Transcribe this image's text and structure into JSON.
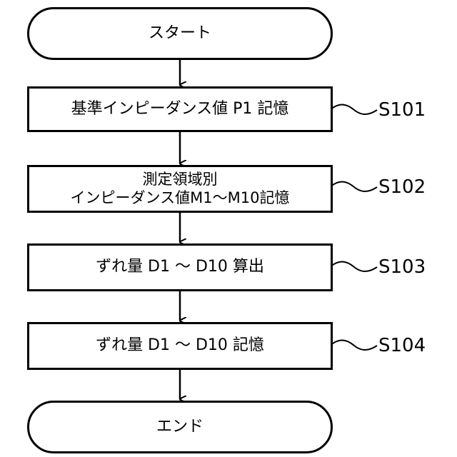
{
  "flowchart": {
    "start": "スタート",
    "end": "エンド",
    "steps": [
      {
        "text": "基準インピーダンス値 P1 記憶",
        "code": "S101"
      },
      {
        "line1": "測定領域別",
        "line2": "インピーダンス値M1～M10記憶",
        "code": "S102"
      },
      {
        "text": "ずれ量 D1 ～ D10 算出",
        "code": "S103"
      },
      {
        "text": "ずれ量 D1 ～ D10 記憶",
        "code": "S104"
      }
    ]
  }
}
